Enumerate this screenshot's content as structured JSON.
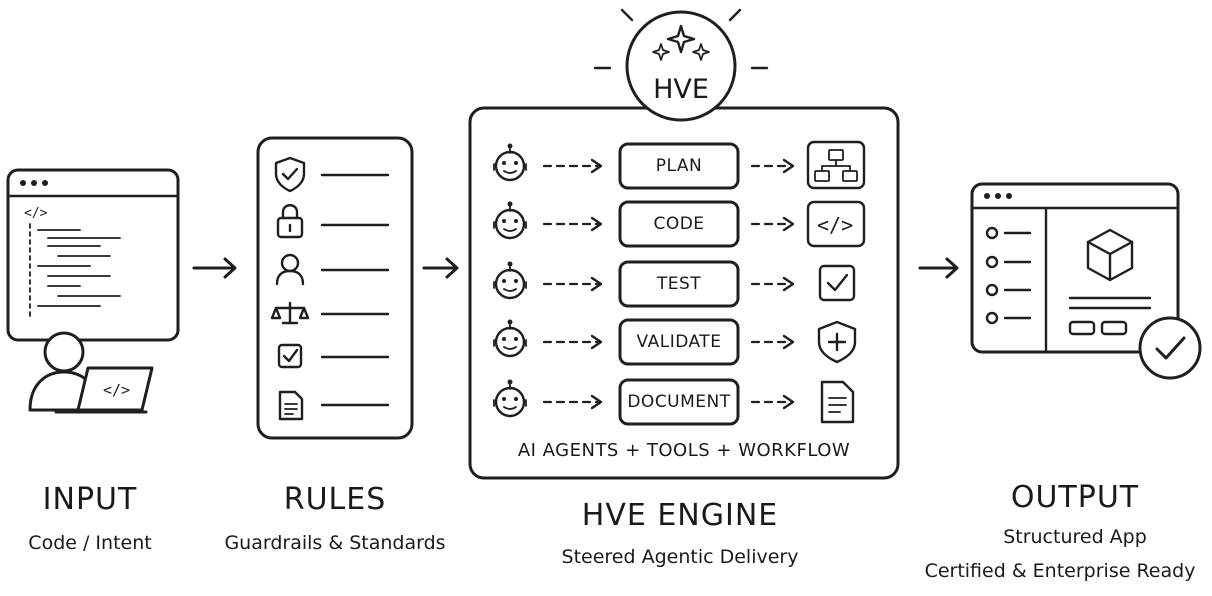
{
  "stages": {
    "input": {
      "title": "INPUT",
      "subtitle": "Code / Intent",
      "icon": "code-window-icon",
      "laptop_code": "</>",
      "editor_tag": "</>"
    },
    "rules": {
      "title": "RULES",
      "subtitle": "Guardrails & Standards",
      "items": [
        {
          "icon": "shield-check-icon"
        },
        {
          "icon": "lock-icon"
        },
        {
          "icon": "user-icon"
        },
        {
          "icon": "scales-icon"
        },
        {
          "icon": "checkbox-icon"
        },
        {
          "icon": "document-icon"
        }
      ]
    },
    "engine": {
      "badge": "HVE",
      "title": "HVE ENGINE",
      "subtitle": "Steered Agentic Delivery",
      "footer": "AI AGENTS + TOOLS + WORKFLOW",
      "steps": [
        {
          "label": "PLAN",
          "agent_icon": "robot-icon",
          "result_icon": "hierarchy-icon"
        },
        {
          "label": "CODE",
          "agent_icon": "robot-icon",
          "result_icon": "code-brackets-icon",
          "result_text": "</>"
        },
        {
          "label": "TEST",
          "agent_icon": "robot-icon",
          "result_icon": "checkbox-icon"
        },
        {
          "label": "VALIDATE",
          "agent_icon": "robot-icon",
          "result_icon": "shield-plus-icon"
        },
        {
          "label": "DOCUMENT",
          "agent_icon": "robot-icon",
          "result_icon": "document-icon"
        }
      ]
    },
    "output": {
      "title": "OUTPUT",
      "subtitle_line1": "Structured App",
      "subtitle_line2": "Certified & Enterprise Ready",
      "icon": "app-window-icon"
    }
  },
  "connectors": {
    "icon": "arrow-right-icon"
  }
}
